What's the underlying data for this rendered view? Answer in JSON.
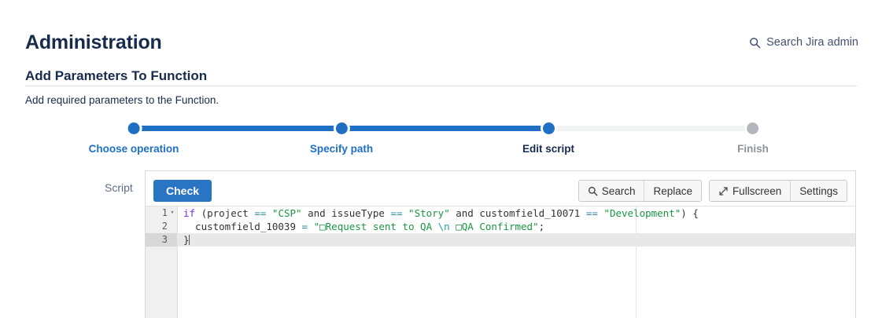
{
  "header": {
    "title": "Administration",
    "search_label": "Search Jira admin",
    "search_icon": "search-icon"
  },
  "section": {
    "title": "Add Parameters To Function",
    "description": "Add required parameters to the Function."
  },
  "stepper": {
    "steps": [
      {
        "label": "Choose operation",
        "state": "done"
      },
      {
        "label": "Specify path",
        "state": "done"
      },
      {
        "label": "Edit script",
        "state": "current"
      },
      {
        "label": "Finish",
        "state": "pending"
      }
    ],
    "active_color": "#1f6fc4",
    "pending_color": "#b3b8bf"
  },
  "script_field": {
    "label": "Script",
    "toolbar": {
      "check_label": "Check",
      "search_label": "Search",
      "search_icon": "search-icon",
      "replace_label": "Replace",
      "fullscreen_label": "Fullscreen",
      "fullscreen_icon": "expand-diagonal-icon",
      "settings_label": "Settings"
    },
    "editor": {
      "lines": [
        {
          "number": "1",
          "foldable": true,
          "active": false,
          "tokens": [
            {
              "t": "if",
              "c": "kw"
            },
            {
              "t": " (project ",
              "c": "var"
            },
            {
              "t": "==",
              "c": "op"
            },
            {
              "t": " ",
              "c": "var"
            },
            {
              "t": "\"CSP\"",
              "c": "str"
            },
            {
              "t": " and issueType ",
              "c": "var"
            },
            {
              "t": "==",
              "c": "op"
            },
            {
              "t": " ",
              "c": "var"
            },
            {
              "t": "\"Story\"",
              "c": "str"
            },
            {
              "t": " and customfield_10071 ",
              "c": "var"
            },
            {
              "t": "==",
              "c": "op"
            },
            {
              "t": " ",
              "c": "var"
            },
            {
              "t": "\"Development\"",
              "c": "str"
            },
            {
              "t": ") {",
              "c": "var"
            }
          ]
        },
        {
          "number": "2",
          "foldable": false,
          "active": false,
          "tokens": [
            {
              "t": "  customfield_10039 ",
              "c": "var"
            },
            {
              "t": "=",
              "c": "op"
            },
            {
              "t": " ",
              "c": "var"
            },
            {
              "t": "\"",
              "c": "str"
            },
            {
              "t": "□",
              "c": "box"
            },
            {
              "t": "Request sent to QA ",
              "c": "str"
            },
            {
              "t": "\\n",
              "c": "esc"
            },
            {
              "t": " ",
              "c": "str"
            },
            {
              "t": "□",
              "c": "box"
            },
            {
              "t": "QA Confirmed\"",
              "c": "str"
            },
            {
              "t": ";",
              "c": "var"
            }
          ]
        },
        {
          "number": "3",
          "foldable": false,
          "active": true,
          "caret": true,
          "tokens": [
            {
              "t": "}",
              "c": "var"
            }
          ]
        }
      ]
    }
  }
}
